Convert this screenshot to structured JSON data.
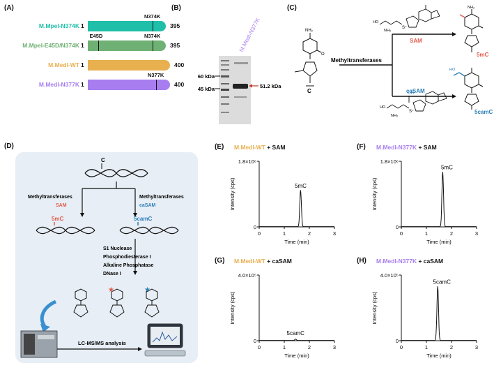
{
  "panels": {
    "A": "(A)",
    "B": "(B)",
    "C": "(C)",
    "D": "(D)",
    "E": "(E)",
    "F": "(F)",
    "G": "(G)",
    "H": "(H)"
  },
  "colors": {
    "teal": "#1fbfa9",
    "green": "#6fb174",
    "orange": "#e8b04f",
    "purple": "#a77df0",
    "red": "#e25b4c",
    "blue": "#2c7fb8"
  },
  "proteins": [
    {
      "name": "M.MpeI-N374K",
      "start": "1",
      "end": "395",
      "color": "#1fbfa9",
      "mutations": [
        "N374K"
      ]
    },
    {
      "name": "M.MpeI-E45D/N374K",
      "start": "1",
      "end": "395",
      "color": "#6fb174",
      "mutations": [
        "E45D",
        "N374K"
      ]
    },
    {
      "name": "M.MedI-WT",
      "start": "1",
      "end": "400",
      "color": "#e8b04f",
      "mutations": []
    },
    {
      "name": "M.MedI-N377K",
      "start": "1",
      "end": "400",
      "color": "#a77df0",
      "mutations": [
        "N377K"
      ]
    }
  ],
  "gel": {
    "lane_label": "M.MedI-N377K",
    "marker_60": "60 kDa",
    "marker_45": "45 kDa",
    "band_label": "51.2 kDa"
  },
  "reaction": {
    "substrate": "C",
    "enzyme": "Methyltransferases",
    "cofactor_1": "SAM",
    "cofactor_2": "caSAM",
    "product_1": "5mC",
    "product_2": "5camC"
  },
  "workflow": {
    "top": "C",
    "left_enzyme": "Methyltransferases",
    "left_cofactor": "SAM",
    "left_product": "5mC",
    "right_enzyme": "Methyltransferases",
    "right_cofactor": "caSAM",
    "right_product": "5camC",
    "digest_1": "S1 Nuclease",
    "digest_2": "Phosphodiesterase I",
    "digest_3": "Alkaline Phosphatase",
    "digest_4": "DNase I",
    "analysis": "LC-MS/MS analysis"
  },
  "charts": {
    "E": {
      "enzyme": "M.MedI-WT",
      "cofactor": " + SAM",
      "ymax": "1.8×10⁶",
      "peak": "5mC"
    },
    "F": {
      "enzyme": "M.MedI-N377K",
      "cofactor": " + SAM",
      "ymax": "1.8×10⁶",
      "peak": "5mC"
    },
    "G": {
      "enzyme": "M.MedI-WT",
      "cofactor": " + caSAM",
      "ymax": "4.0×10⁵",
      "peak": "5camC"
    },
    "H": {
      "enzyme": "M.MedI-N377K",
      "cofactor": " + caSAM",
      "ymax": "4.0×10⁵",
      "peak": "5camC"
    }
  },
  "axes": {
    "ylabel": "Intensity (cps)",
    "xlabel": "Time (min)",
    "yzero": "0",
    "xticks": [
      "0",
      "1",
      "2",
      "3"
    ]
  },
  "chart_data": [
    {
      "type": "line",
      "title": "M.MedI-WT + SAM",
      "xlabel": "Time (min)",
      "ylabel": "Intensity (cps)",
      "xlim": [
        0,
        3
      ],
      "ylim": [
        0,
        1800000
      ],
      "series": [
        {
          "name": "5mC",
          "peak_x": 1.65,
          "peak_y": 1000000
        }
      ]
    },
    {
      "type": "line",
      "title": "M.MedI-N377K + SAM",
      "xlabel": "Time (min)",
      "ylabel": "Intensity (cps)",
      "xlim": [
        0,
        3
      ],
      "ylim": [
        0,
        1800000
      ],
      "series": [
        {
          "name": "5mC",
          "peak_x": 1.65,
          "peak_y": 1500000
        }
      ]
    },
    {
      "type": "line",
      "title": "M.MedI-WT + caSAM",
      "xlabel": "Time (min)",
      "ylabel": "Intensity (cps)",
      "xlim": [
        0,
        3
      ],
      "ylim": [
        0,
        400000
      ],
      "series": [
        {
          "name": "5camC",
          "peak_x": 1.45,
          "peak_y": 8000
        }
      ]
    },
    {
      "type": "line",
      "title": "M.MedI-N377K + caSAM",
      "xlabel": "Time (min)",
      "ylabel": "Intensity (cps)",
      "xlim": [
        0,
        3
      ],
      "ylim": [
        0,
        400000
      ],
      "series": [
        {
          "name": "5camC",
          "peak_x": 1.45,
          "peak_y": 330000
        }
      ]
    }
  ]
}
